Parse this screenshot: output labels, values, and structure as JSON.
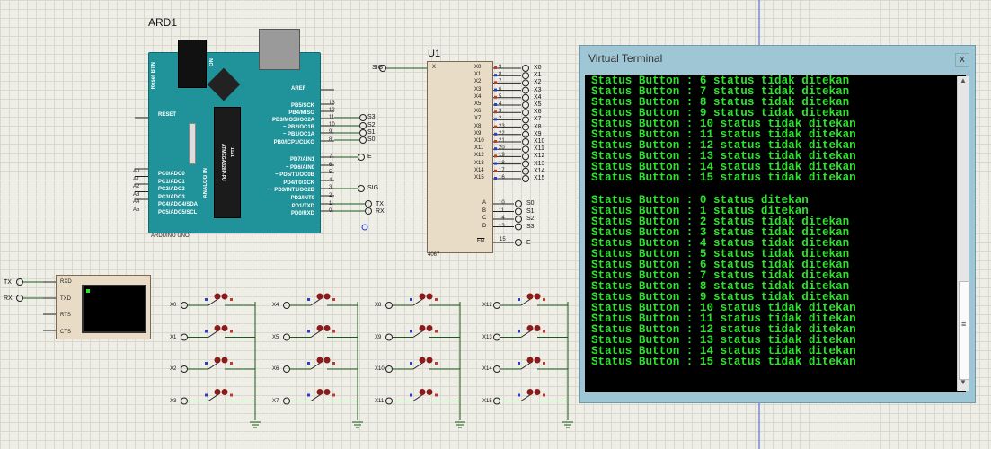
{
  "arduino": {
    "ref": "ARD1",
    "name": "ARDUINO UNO",
    "reset_label": "RESET",
    "reset_btn": "Reset BTN",
    "on_label": "ON",
    "analog_label": "ANALOG IN",
    "aref": "AREF",
    "chip": "ATMEGA328P-PU",
    "chip2": "1121",
    "digital_pins": [
      {
        "label": "PB5/SCK",
        "num": "13"
      },
      {
        "label": "PB4/MISO",
        "num": "12"
      },
      {
        "label": "~PB3/MOSI/OC2A",
        "num": "11"
      },
      {
        "label": "~ PB2/OC1B",
        "num": "10"
      },
      {
        "label": "~ PB1/OC1A",
        "num": "9"
      },
      {
        "label": "PB0/ICP1/CLKO",
        "num": "8"
      },
      {
        "label": "PD7/AIN1",
        "num": "7"
      },
      {
        "label": "~ PD6/AIN0",
        "num": "6"
      },
      {
        "label": "~ PD5/T1/OC0B",
        "num": "5"
      },
      {
        "label": "PD4/T0/XCK",
        "num": "4"
      },
      {
        "label": "~ PD3/INT1/OC2B",
        "num": "3"
      },
      {
        "label": "PD2/INT0",
        "num": "2"
      },
      {
        "label": "PD1/TXD",
        "num": "1"
      },
      {
        "label": "PD0/RXD",
        "num": "0"
      }
    ],
    "analog_pins": [
      {
        "label": "PC0/ADC0",
        "num": "A0"
      },
      {
        "label": "PC1/ADC1",
        "num": "A1"
      },
      {
        "label": "PC2/ADC2",
        "num": "A2"
      },
      {
        "label": "PC3/ADC3",
        "num": "A3"
      },
      {
        "label": "PC4/ADC4/SDA",
        "num": "A4"
      },
      {
        "label": "PC5/ADC5/SCL",
        "num": "A5"
      }
    ],
    "nets": [
      "S3",
      "S2",
      "S1",
      "S0",
      "E",
      "SIG",
      "TX",
      "RX"
    ]
  },
  "mux": {
    "ref": "U1",
    "part": "4067",
    "sig": "SIG",
    "x_pin": "X",
    "outputs": [
      {
        "label": "X0",
        "num": "9"
      },
      {
        "label": "X1",
        "num": "8"
      },
      {
        "label": "X2",
        "num": "7"
      },
      {
        "label": "X3",
        "num": "6"
      },
      {
        "label": "X4",
        "num": "5"
      },
      {
        "label": "X5",
        "num": "4"
      },
      {
        "label": "X6",
        "num": "3"
      },
      {
        "label": "X7",
        "num": "2"
      },
      {
        "label": "X8",
        "num": "23"
      },
      {
        "label": "X9",
        "num": "22"
      },
      {
        "label": "X10",
        "num": "21"
      },
      {
        "label": "X11",
        "num": "20"
      },
      {
        "label": "X12",
        "num": "19"
      },
      {
        "label": "X13",
        "num": "18"
      },
      {
        "label": "X14",
        "num": "17"
      },
      {
        "label": "X15",
        "num": "16"
      }
    ],
    "selects": [
      {
        "label": "A",
        "num": "10",
        "net": "S0"
      },
      {
        "label": "B",
        "num": "11",
        "net": "S1"
      },
      {
        "label": "C",
        "num": "14",
        "net": "S2"
      },
      {
        "label": "D",
        "num": "13",
        "net": "S3"
      }
    ],
    "enable": {
      "label": "EN",
      "num": "15",
      "net": "E"
    }
  },
  "virtual_terminal_instrument": {
    "pins": [
      "RXD",
      "TXD",
      "RTS",
      "CTS"
    ],
    "nets": [
      "TX",
      "RX"
    ]
  },
  "buttons": {
    "columns": [
      [
        "X0",
        "X1",
        "X2",
        "X3"
      ],
      [
        "X4",
        "X5",
        "X6",
        "X7"
      ],
      [
        "X8",
        "X9",
        "X10",
        "X11"
      ],
      [
        "X12",
        "X13",
        "X14",
        "X15"
      ]
    ]
  },
  "terminal": {
    "title": "Virtual Terminal",
    "close": "x",
    "lines": [
      "Status Button : 6 status tidak ditekan",
      "Status Button : 7 status tidak ditekan",
      "Status Button : 8 status tidak ditekan",
      "Status Button : 9 status tidak ditekan",
      "Status Button : 10 status tidak ditekan",
      "Status Button : 11 status tidak ditekan",
      "Status Button : 12 status tidak ditekan",
      "Status Button : 13 status tidak ditekan",
      "Status Button : 14 status tidak ditekan",
      "Status Button : 15 status tidak ditekan",
      "",
      "Status Button : 0 status ditekan",
      "Status Button : 1 status ditekan",
      "Status Button : 2 status tidak ditekan",
      "Status Button : 3 status tidak ditekan",
      "Status Button : 4 status tidak ditekan",
      "Status Button : 5 status tidak ditekan",
      "Status Button : 6 status tidak ditekan",
      "Status Button : 7 status tidak ditekan",
      "Status Button : 8 status tidak ditekan",
      "Status Button : 9 status tidak ditekan",
      "Status Button : 10 status tidak ditekan",
      "Status Button : 11 status tidak ditekan",
      "Status Button : 12 status tidak ditekan",
      "Status Button : 13 status tidak ditekan",
      "Status Button : 14 status tidak ditekan",
      "Status Button : 15 status tidak ditekan"
    ],
    "text_color": "#2de32d",
    "background": "#000000",
    "scrollbar_up": "▲",
    "scrollbar_down": "▼",
    "scrollbar_grip": "≡"
  },
  "colors": {
    "board": "#20939a",
    "component_body": "#e9dcc6",
    "wire": "#1a5a1a",
    "pin_marker_red": "#c0392b",
    "pin_marker_blue": "#2a3cd1"
  }
}
